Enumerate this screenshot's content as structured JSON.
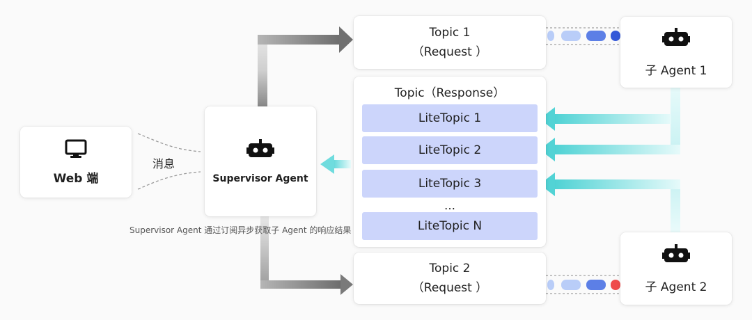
{
  "web": {
    "label": "Web 端",
    "icon": "monitor-icon"
  },
  "message_label": "消息",
  "supervisor": {
    "label": "Supervisor Agent",
    "icon": "robot-icon"
  },
  "caption": "Supervisor Agent 通过订阅异步获取子 Agent 的响应结果",
  "topic1": {
    "line1": "Topic 1",
    "line2": "（Request ）"
  },
  "topic2": {
    "line1": "Topic 2",
    "line2": "（Request ）"
  },
  "response": {
    "title": "Topic（Response）",
    "items": [
      "LiteTopic 1",
      "LiteTopic 2",
      "LiteTopic 3",
      "LiteTopic N"
    ],
    "ellipsis": "…"
  },
  "agent1": {
    "label": "子 Agent 1",
    "icon": "robot-icon"
  },
  "agent2": {
    "label": "子 Agent 2",
    "icon": "robot-icon"
  },
  "colors": {
    "lite_topic_fill": "#ccd5fb",
    "response_arrow": "#5fd7d9",
    "request_arrow": "#7a7a7a",
    "queue_light": "#b9cdf8",
    "queue_dark": "#3e63dd",
    "queue_alert": "#ef4a4a"
  }
}
